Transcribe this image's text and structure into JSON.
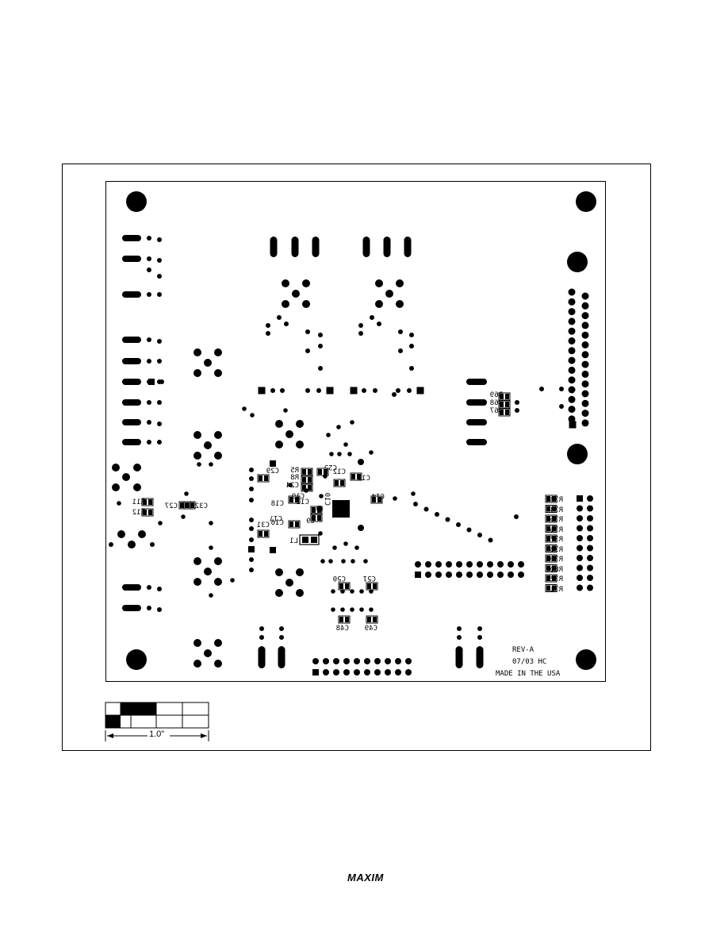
{
  "board": {
    "silkscreen_lines": [
      "REV-A",
      "07/03  HC",
      "MADE IN THE USA"
    ],
    "scale_label": "1.0\"",
    "components": [
      "R73",
      "R74",
      "R75",
      "R76",
      "R77",
      "R78",
      "R79",
      "R80",
      "R72",
      "R71",
      "R69",
      "R68",
      "R67",
      "C29",
      "C31",
      "C32",
      "C27",
      "R11",
      "R12",
      "C25",
      "C12",
      "C13",
      "C14",
      "R5",
      "R8",
      "C24",
      "C19",
      "C18",
      "C11",
      "C17",
      "C16",
      "C9",
      "C10",
      "L1",
      "C50",
      "C51",
      "C48",
      "C49"
    ]
  },
  "footer": {
    "logo": "MAXIM"
  }
}
